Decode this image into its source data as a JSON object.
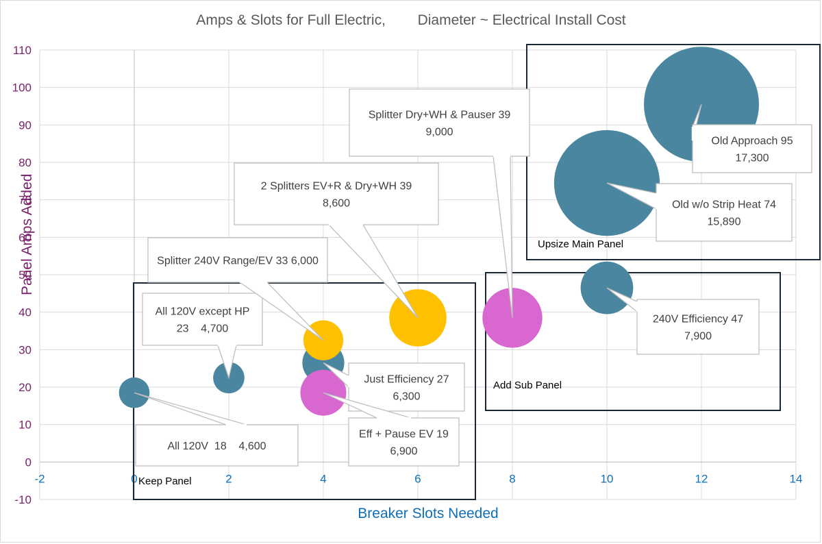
{
  "chart_data": {
    "type": "bubble",
    "title": "Amps & Slots for Full Electric,        Diameter ~ Electrical Install Cost",
    "xlabel": "Breaker Slots Needed",
    "ylabel": "Panel Amps Added",
    "xlim": [
      -2,
      14
    ],
    "ylim": [
      -10,
      110
    ],
    "xticks": [
      "-2",
      "0",
      "2",
      "4",
      "6",
      "8",
      "10",
      "12",
      "14"
    ],
    "yticks": [
      "-10",
      "0",
      "10",
      "20",
      "30",
      "40",
      "50",
      "60",
      "70",
      "80",
      "90",
      "100",
      "110"
    ],
    "grid": true,
    "colors": {
      "blue": "#4a86a0",
      "yellow": "#ffc000",
      "pink": "#d868cf"
    },
    "points": [
      {
        "x": 0,
        "y": 18.5,
        "cost": 4600,
        "color": "blue",
        "label": [
          "All 120V  18    4,600"
        ]
      },
      {
        "x": 2,
        "y": 22.5,
        "cost": 4700,
        "color": "blue",
        "label": [
          "All 120V except HP",
          "23    4,700"
        ]
      },
      {
        "x": 4,
        "y": 26.5,
        "cost": 6300,
        "color": "blue",
        "label": [
          "Just Efficiency 27",
          "6,300"
        ]
      },
      {
        "x": 4,
        "y": 32.5,
        "cost": 6000,
        "color": "yellow",
        "label": [
          "Splitter 240V Range/EV 33 6,000"
        ]
      },
      {
        "x": 4,
        "y": 18.5,
        "cost": 6900,
        "color": "pink",
        "label": [
          "Eff + Pause EV 19",
          "6,900"
        ]
      },
      {
        "x": 6,
        "y": 38.5,
        "cost": 8600,
        "color": "yellow",
        "label": [
          "2 Splitters EV+R & Dry+WH 39",
          "8,600"
        ]
      },
      {
        "x": 8,
        "y": 38.5,
        "cost": 9000,
        "color": "pink",
        "label": [
          "Splitter Dry+WH & Pauser 39",
          "9,000"
        ]
      },
      {
        "x": 10,
        "y": 46.5,
        "cost": 7900,
        "color": "blue",
        "label": [
          "240V Efficiency 47",
          "7,900"
        ]
      },
      {
        "x": 10,
        "y": 74.5,
        "cost": 15890,
        "color": "blue",
        "label": [
          "Old w/o Strip Heat 74",
          "15,890"
        ]
      },
      {
        "x": 12,
        "y": 95.5,
        "cost": 17300,
        "color": "blue",
        "label": [
          "Old Approach 95",
          "17,300"
        ]
      }
    ],
    "regions": [
      "Keep Panel",
      "Add Sub Panel",
      "Upsize Main Panel"
    ]
  }
}
